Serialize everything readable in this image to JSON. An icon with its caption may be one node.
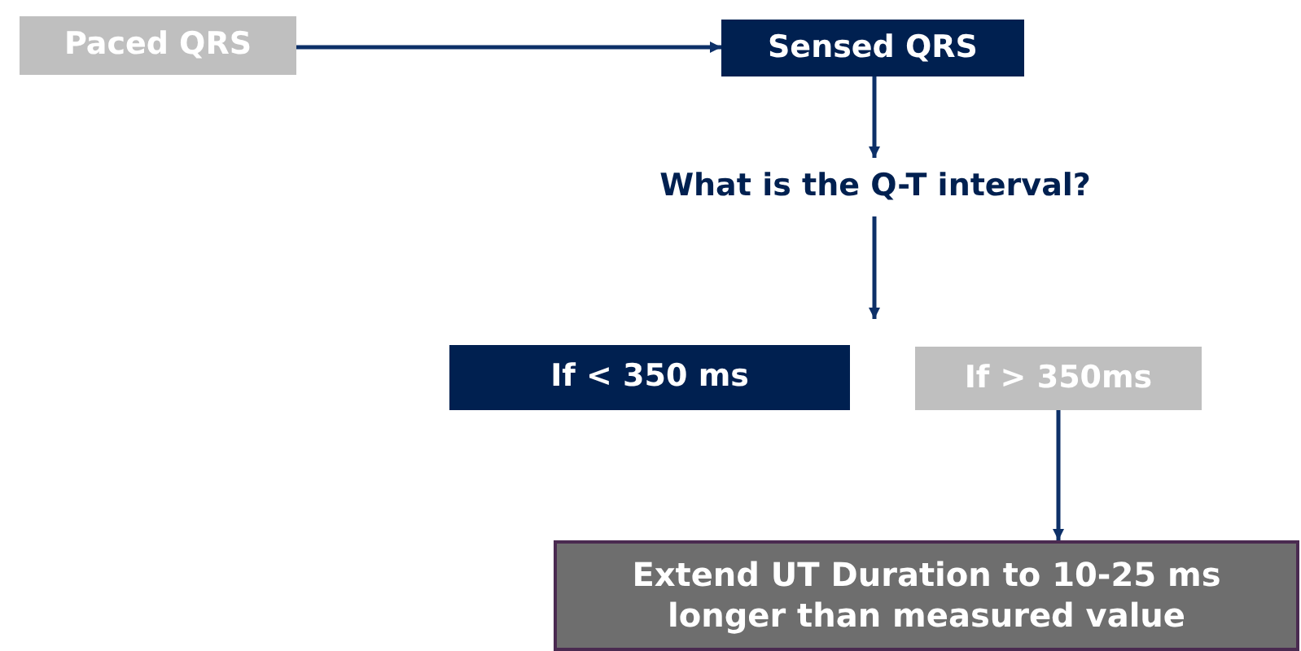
{
  "diagram": {
    "nodes": [
      {
        "text": [
          "Paced QRS"
        ]
      },
      {
        "text": [
          "Sensed QRS"
        ]
      },
      {
        "text": [
          "What is the Q-T interval?"
        ]
      },
      {
        "text": [
          "If < 350 ms"
        ]
      },
      {
        "text": [
          "If > 350ms"
        ]
      },
      {
        "text": [
          "Extend UT Duration to 10-25 ms longer than measured value"
        ]
      }
    ],
    "edges": [
      {
        "from": 0,
        "to": 1,
        "arrow": "to"
      },
      {
        "from": 1,
        "to": 2,
        "arrow": "to"
      },
      {
        "from": 2,
        "to": 3,
        "arrow": "to"
      },
      {
        "from": 4,
        "to": 5,
        "arrow": "to"
      }
    ]
  }
}
